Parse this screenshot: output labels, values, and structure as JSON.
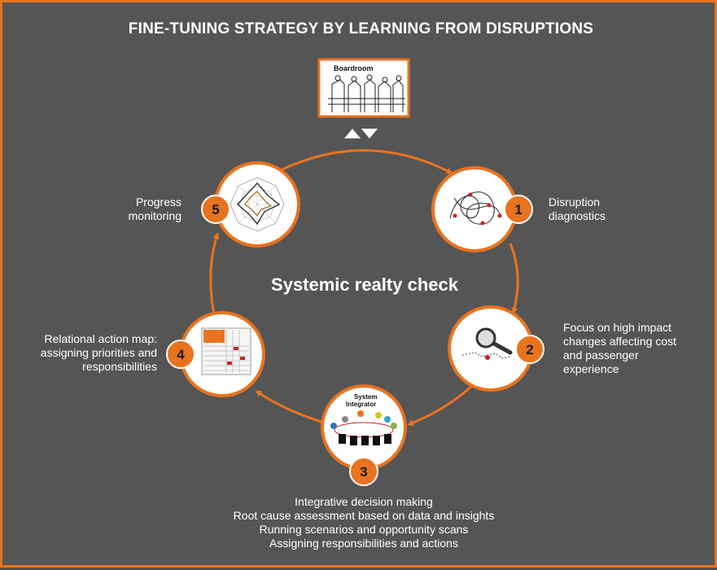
{
  "title": "FINE-TUNING STRATEGY BY LEARNING FROM DISRUPTIONS",
  "center_label": "Systemic realty check",
  "boardroom": {
    "label": "Boardroom"
  },
  "integrator": {
    "line1": "System",
    "line2": "Integrator"
  },
  "steps": [
    {
      "number": "1",
      "lines": [
        "Disruption",
        "diagnostics"
      ]
    },
    {
      "number": "2",
      "lines": [
        "Focus on high impact",
        "changes affecting cost",
        "and passenger",
        "experience"
      ]
    },
    {
      "number": "3",
      "lines": [
        "Integrative decision making",
        "Root cause assessment based on data and insights",
        "Running scenarios and opportunity scans",
        "Assigning responsibilities and actions"
      ]
    },
    {
      "number": "4",
      "lines": [
        "Relational action map:",
        "assigning priorities and",
        "responsibilities"
      ]
    },
    {
      "number": "5",
      "lines": [
        "Progress",
        "monitoring"
      ]
    }
  ],
  "colors": {
    "accent": "#E8731F",
    "background": "#555555",
    "text": "#FFFFFF"
  }
}
